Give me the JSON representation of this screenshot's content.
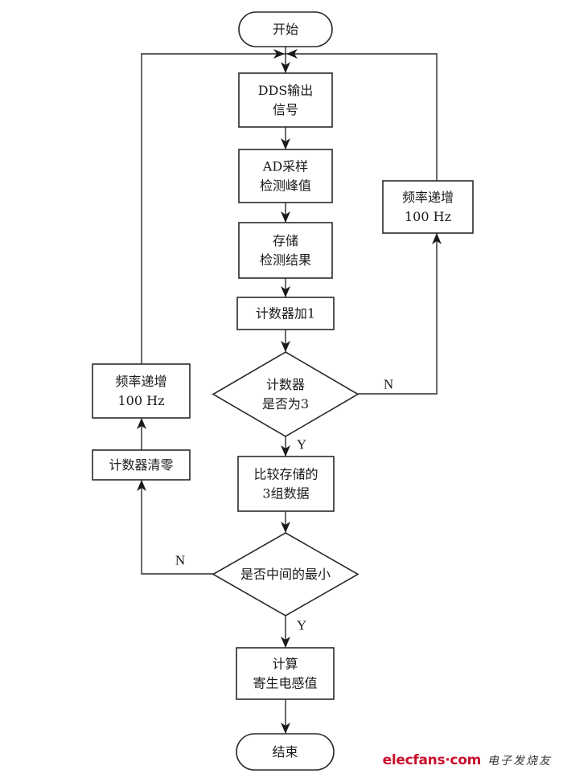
{
  "diagram": {
    "type": "flowchart",
    "nodes": {
      "start": {
        "shape": "terminator",
        "lines": [
          "开始"
        ]
      },
      "dds_output": {
        "shape": "process",
        "lines": [
          "DDS输出",
          "信号"
        ]
      },
      "ad_sample": {
        "shape": "process",
        "lines": [
          "AD采样",
          "检测峰值"
        ]
      },
      "store_result": {
        "shape": "process",
        "lines": [
          "存储",
          "检测结果"
        ]
      },
      "counter_inc": {
        "shape": "process",
        "lines": [
          "计数器加1"
        ]
      },
      "counter_check": {
        "shape": "decision",
        "lines": [
          "计数器",
          "是否为3"
        ]
      },
      "freq_inc_right": {
        "shape": "process",
        "lines": [
          "频率递增",
          "100 Hz"
        ]
      },
      "compare_data": {
        "shape": "process",
        "lines": [
          "比较存储的",
          "3组数据"
        ]
      },
      "middle_min_check": {
        "shape": "decision",
        "lines": [
          "是否中间的最小"
        ]
      },
      "counter_clear": {
        "shape": "process",
        "lines": [
          "计数器清零"
        ]
      },
      "freq_inc_left": {
        "shape": "process",
        "lines": [
          "频率递增",
          "100 Hz"
        ]
      },
      "calc_inductance": {
        "shape": "process",
        "lines": [
          "计算",
          "寄生电感值"
        ]
      },
      "end": {
        "shape": "terminator",
        "lines": [
          "结束"
        ]
      }
    },
    "edges": [
      {
        "from": "start",
        "to": "dds_output",
        "label": ""
      },
      {
        "from": "dds_output",
        "to": "ad_sample",
        "label": ""
      },
      {
        "from": "ad_sample",
        "to": "store_result",
        "label": ""
      },
      {
        "from": "store_result",
        "to": "counter_inc",
        "label": ""
      },
      {
        "from": "counter_inc",
        "to": "counter_check",
        "label": ""
      },
      {
        "from": "counter_check",
        "to": "freq_inc_right",
        "label": "N"
      },
      {
        "from": "freq_inc_right",
        "to": "dds_output",
        "label": ""
      },
      {
        "from": "counter_check",
        "to": "compare_data",
        "label": "Y"
      },
      {
        "from": "compare_data",
        "to": "middle_min_check",
        "label": ""
      },
      {
        "from": "middle_min_check",
        "to": "counter_clear",
        "label": "N"
      },
      {
        "from": "counter_clear",
        "to": "freq_inc_left",
        "label": ""
      },
      {
        "from": "freq_inc_left",
        "to": "dds_output",
        "label": ""
      },
      {
        "from": "middle_min_check",
        "to": "calc_inductance",
        "label": "Y"
      },
      {
        "from": "calc_inductance",
        "to": "end",
        "label": ""
      }
    ]
  },
  "watermark": {
    "brand": "elecfans·com",
    "brand_color": "#c8102e",
    "subtitle": "电子发烧友"
  }
}
